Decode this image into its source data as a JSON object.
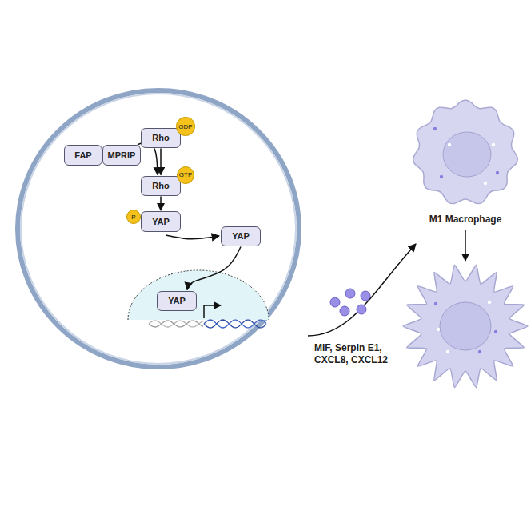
{
  "diagram": {
    "nodes": [
      {
        "text": [
          "Rho"
        ]
      },
      {
        "text": [
          "GDP"
        ]
      },
      {
        "text": [
          "FAP"
        ]
      },
      {
        "text": [
          "MPRIP"
        ]
      },
      {
        "text": [
          "Rho"
        ]
      },
      {
        "text": [
          "GTP"
        ]
      },
      {
        "text": [
          "P"
        ]
      },
      {
        "text": [
          "YAP"
        ]
      },
      {
        "text": [
          "YAP"
        ]
      },
      {
        "text": [
          "YAP"
        ]
      },
      {
        "text": [
          "M1 Macrophage"
        ]
      }
    ],
    "edges": [
      {
        "from": 0,
        "to": 4,
        "arrow": "to"
      },
      {
        "from": 3,
        "to": 4,
        "arrow": "to"
      },
      {
        "from": 4,
        "to": 7,
        "arrow": "to"
      },
      {
        "from": 7,
        "to": 8,
        "arrow": "to"
      },
      {
        "from": 8,
        "to": 9,
        "arrow": "to"
      }
    ],
    "labels": [
      "MIF, Serpin E1, CXCL8, CXCL12"
    ]
  }
}
